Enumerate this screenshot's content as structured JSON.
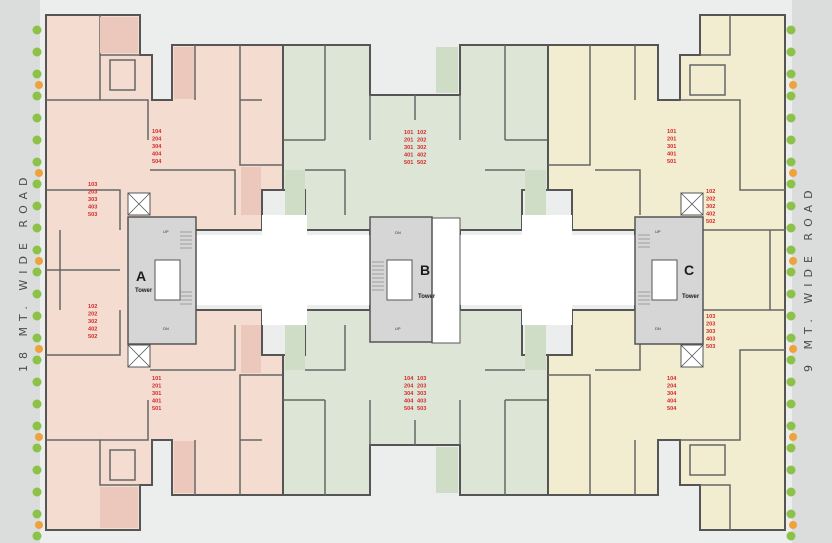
{
  "roads": {
    "left": "18 MT. WIDE ROAD",
    "right": "9 MT. WIDE ROAD"
  },
  "towers": [
    {
      "id": "A",
      "letter": "A",
      "word": "Tower"
    },
    {
      "id": "B",
      "letter": "B",
      "word": "Tower"
    },
    {
      "id": "C",
      "letter": "C",
      "word": "Tower"
    }
  ],
  "stairs": {
    "up": "UP",
    "dn": "DN"
  },
  "unit_groups": {
    "a_top_right": [
      "104",
      "204",
      "304",
      "404",
      "504"
    ],
    "a_top_left": [
      "103",
      "203",
      "303",
      "403",
      "503"
    ],
    "a_bottom_left": [
      "102",
      "202",
      "302",
      "402",
      "502"
    ],
    "a_bottom_right": [
      "101",
      "201",
      "301",
      "401",
      "501"
    ],
    "b_top_left": [
      "101",
      "201",
      "301",
      "401",
      "501"
    ],
    "b_top_right": [
      "102",
      "202",
      "302",
      "402",
      "502"
    ],
    "b_bottom_left": [
      "104",
      "204",
      "304",
      "404",
      "504"
    ],
    "b_bottom_right": [
      "103",
      "203",
      "303",
      "403",
      "503"
    ],
    "c_top_left": [
      "101",
      "201",
      "301",
      "401",
      "501"
    ],
    "c_top_right": [
      "102",
      "202",
      "302",
      "402",
      "502"
    ],
    "c_bottom_right": [
      "103",
      "203",
      "303",
      "403",
      "503"
    ],
    "c_bottom_left": [
      "104",
      "204",
      "304",
      "404",
      "504"
    ]
  },
  "colors": {
    "wing_a": "#f4dcd0",
    "wing_b": "#dde6d6",
    "wing_c": "#f2ecd0",
    "walls": "#555555",
    "corridor": "#ffffff",
    "core": "#d6d6d6",
    "unit_numbers": "#d22a2a",
    "road": "#d9dcda"
  }
}
